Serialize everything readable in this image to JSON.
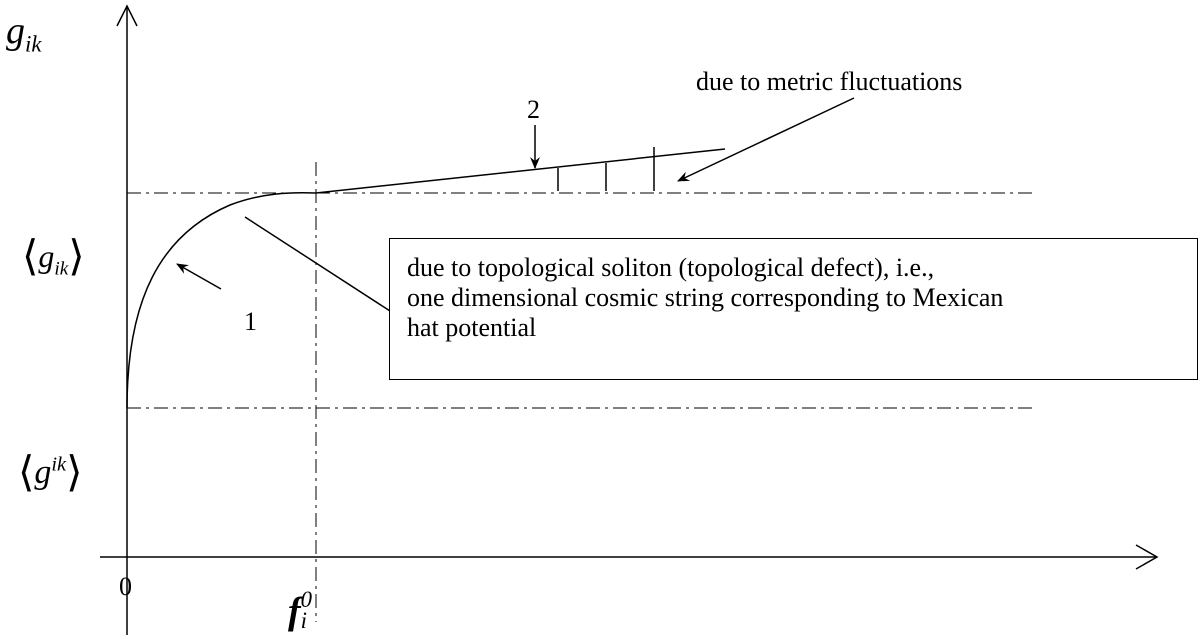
{
  "axes": {
    "y_label": {
      "base": "g",
      "subscript": "ik"
    },
    "x_label": {
      "base": "f",
      "subscript": "i",
      "superscript": "0"
    },
    "origin_label": "0"
  },
  "levels": {
    "upper": {
      "base": "g",
      "subscript": "ik"
    },
    "lower": {
      "base": "g",
      "superscript": "ik"
    }
  },
  "curves": {
    "curve_1_label": "1",
    "curve_2_label": "2"
  },
  "annotations": {
    "metric_fluctuations": "due to metric fluctuations",
    "soliton_box": {
      "lines": [
        "due to topological soliton (topological defect), i.e.,",
        "one dimensional cosmic string corresponding to Mexican",
        "hat potential"
      ]
    }
  }
}
